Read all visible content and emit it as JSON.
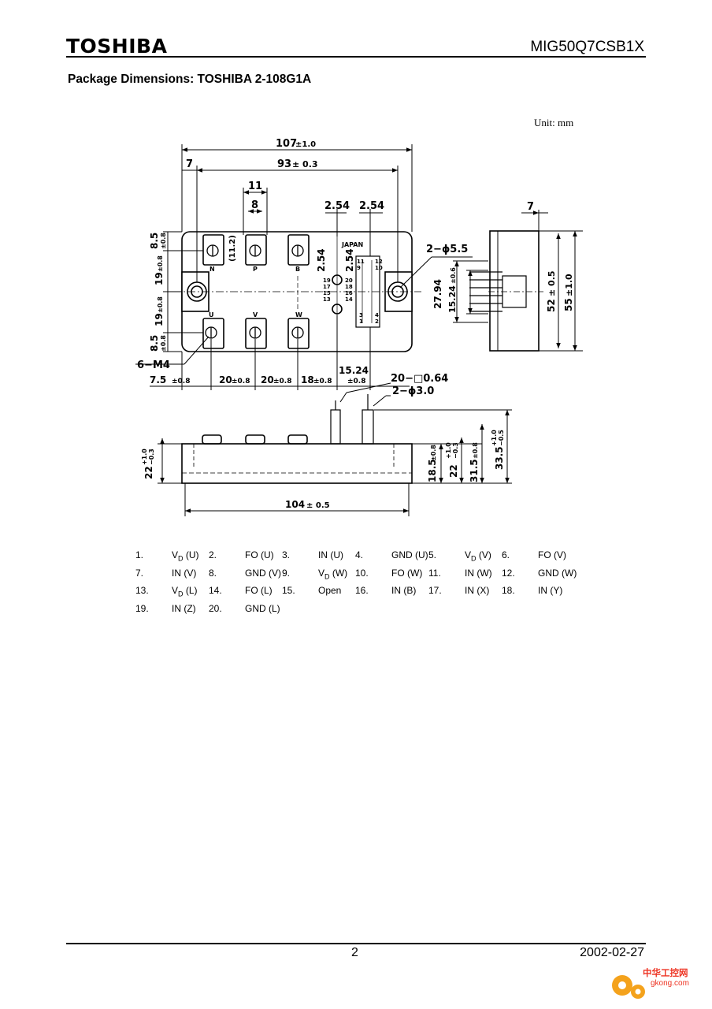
{
  "header": {
    "brand": "TOSHIBA",
    "part_number": "MIG50Q7CSB1X"
  },
  "section_title": "Package Dimensions: TOSHIBA 2-108G1A",
  "unit_label": "Unit: mm",
  "drawing": {
    "top_view": {
      "overall_length": "107",
      "overall_length_tol": "±1.0",
      "mount_pitch": "93",
      "mount_pitch_tol": "± 0.3",
      "edge_offset": "7",
      "terminal_width": "11",
      "terminal_inner": "8",
      "terminal_height": "(11.2)",
      "pin_pitch_a": "2.54",
      "pin_pitch_b": "2.54",
      "pin_pitch_v": "2.54",
      "hole_spec": "2−ϕ5.5",
      "screw_spec": "6−M4",
      "country": "JAPAN",
      "v_dim_top": "8.5",
      "v_dim_upper": "19",
      "v_dim_lower": "19",
      "v_dim_bottom": "8.5",
      "tol_08": "±0.8",
      "h_dim_1": "7.5",
      "h_dim_2": "20",
      "h_dim_3": "20",
      "h_dim_4": "18",
      "h_dim_5": "15.24",
      "h_tol": "±0.8",
      "pin_row_dim": "27.94",
      "pin_row_dim2": "15.24",
      "pin_row_tol2": "±0.6",
      "terminal_labels": [
        "N",
        "P",
        "B",
        "U",
        "V",
        "W"
      ],
      "pin_labels_left": [
        "11",
        "9",
        "20",
        "18",
        "16",
        "14",
        "3",
        "1"
      ],
      "pin_labels_right": [
        "12",
        "10",
        "19",
        "17",
        "15",
        "13",
        "4",
        "2"
      ]
    },
    "side_view": {
      "top_dim": "7",
      "inner_height": "52",
      "inner_tol": "± 0.5",
      "outer_height": "55",
      "outer_tol": "±1.0"
    },
    "front_view": {
      "pin_spec_1": "20−□0.64",
      "pin_spec_2": "2−ϕ3.0",
      "base_length": "104",
      "base_tol": "± 0.5",
      "height_left": "22",
      "height_left_tol_up": "+1.0",
      "height_left_tol_dn": "−0.3",
      "h_185": "18.5",
      "h_185_tol": "±0.8",
      "h_22": "22",
      "h_22_tol_up": "+1.0",
      "h_22_tol_dn": "−0.3",
      "h_315": "31.5",
      "h_315_tol": "±0.8",
      "h_335": "33.5",
      "h_335_tol_up": "+1.0",
      "h_335_tol_dn": "−0.5"
    }
  },
  "pin_list": [
    [
      [
        "1.",
        "VD (U)"
      ],
      [
        "2.",
        "FO (U)"
      ],
      [
        "3.",
        "IN (U)"
      ],
      [
        "4.",
        "GND (U)"
      ],
      [
        "5.",
        "VD (V)"
      ],
      [
        "6.",
        "FO (V)"
      ]
    ],
    [
      [
        "7.",
        "IN (V)"
      ],
      [
        "8.",
        "GND (V)"
      ],
      [
        "9.",
        "VD (W)"
      ],
      [
        "10.",
        "FO (W)"
      ],
      [
        "11.",
        "IN (W)"
      ],
      [
        "12.",
        "GND (W)"
      ]
    ],
    [
      [
        "13.",
        "VD (L)"
      ],
      [
        "14.",
        "FO (L)"
      ],
      [
        "15.",
        "Open"
      ],
      [
        "16.",
        "IN (B)"
      ],
      [
        "17.",
        "IN (X)"
      ],
      [
        "18.",
        "IN (Y)"
      ]
    ],
    [
      [
        "19.",
        "IN (Z)"
      ],
      [
        "20.",
        "GND (L)"
      ]
    ]
  ],
  "footer": {
    "page": "2",
    "date": "2002-02-27"
  },
  "watermark": {
    "text": "中华工控网",
    "sub": "gkong.com"
  }
}
